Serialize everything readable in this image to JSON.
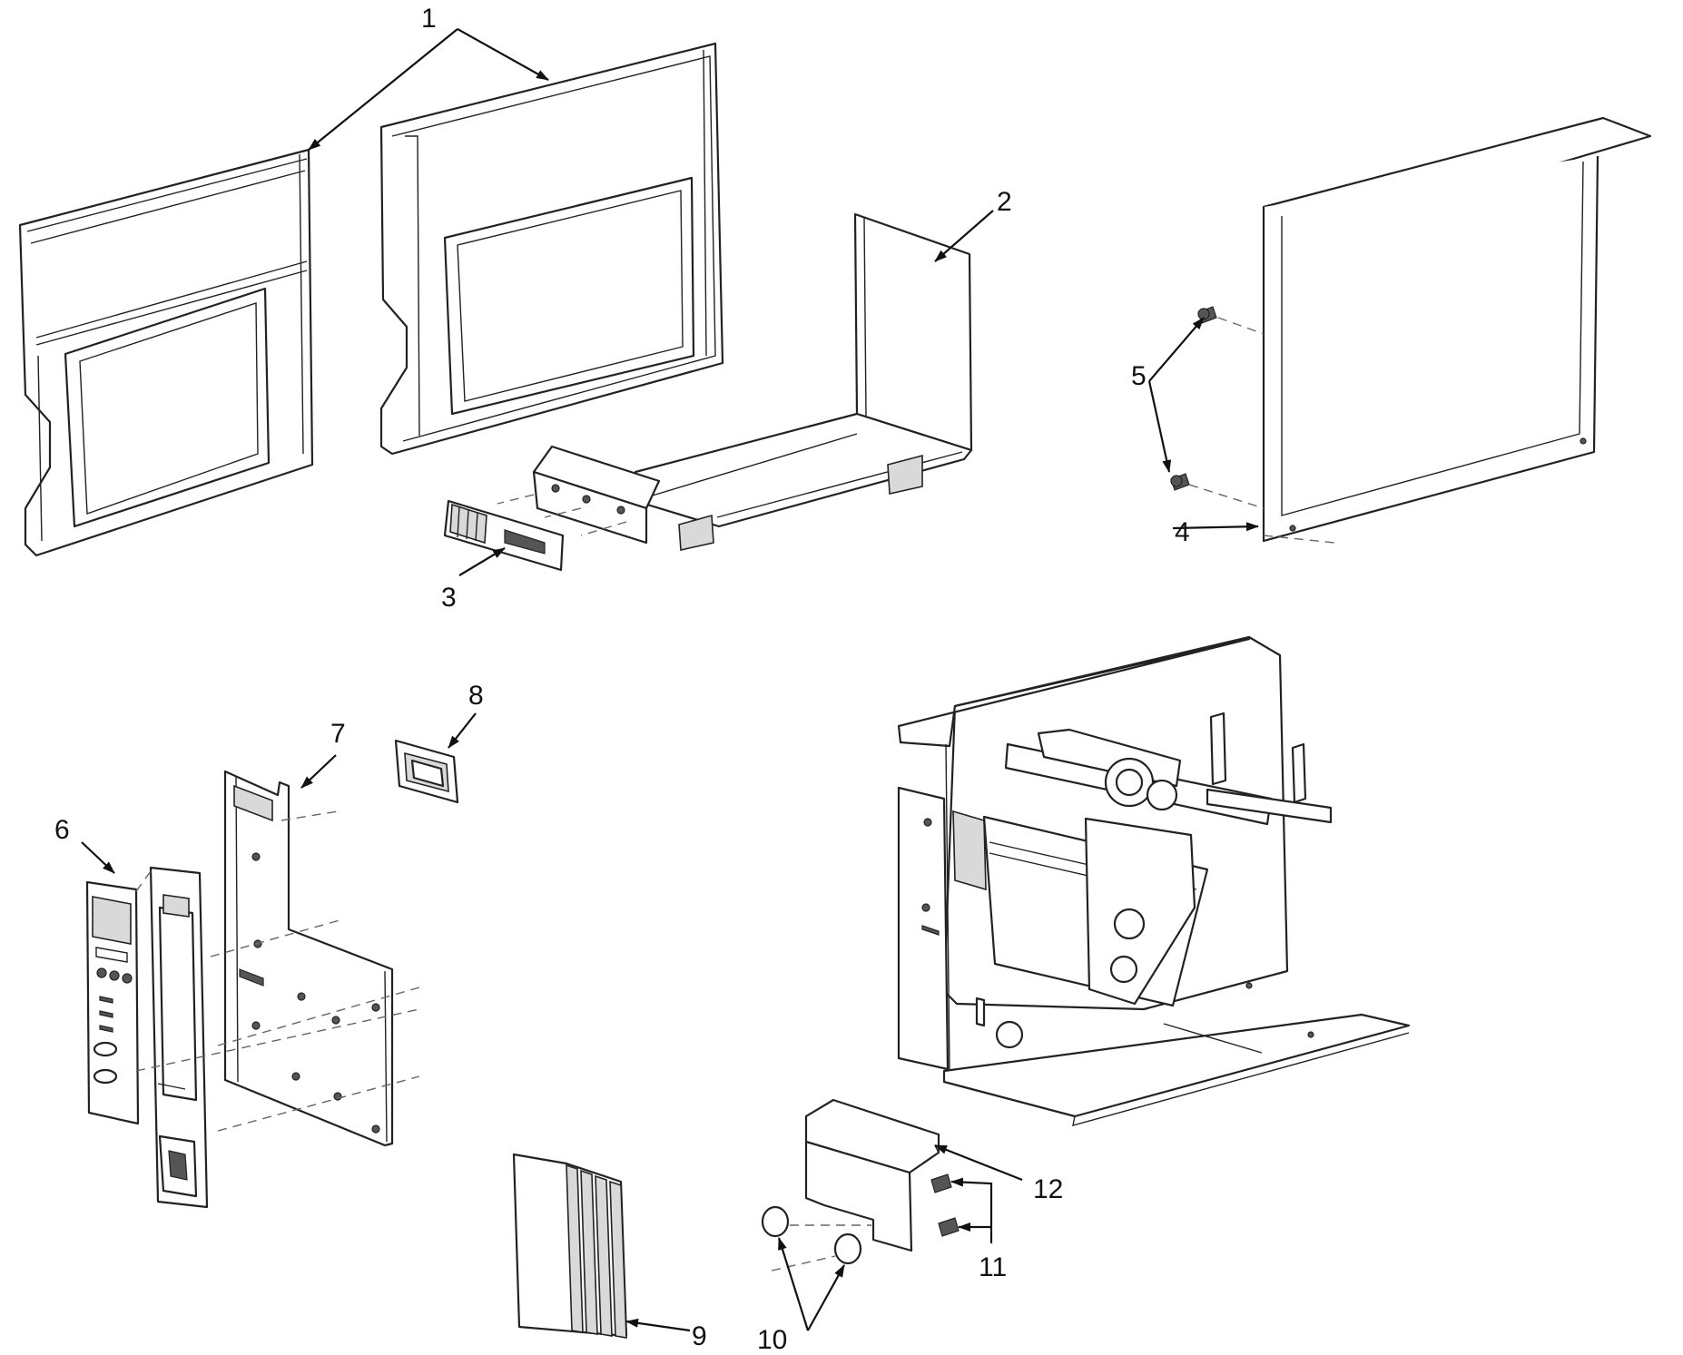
{
  "callouts": {
    "c1": "1",
    "c2": "2",
    "c3": "3",
    "c4": "4",
    "c5": "5",
    "c6": "6",
    "c7": "7",
    "c8": "8",
    "c9": "9",
    "c10": "10",
    "c11": "11",
    "c12": "12"
  },
  "colors": {
    "line": "#222222",
    "background": "#ffffff",
    "shade": "#d9d9d9"
  }
}
